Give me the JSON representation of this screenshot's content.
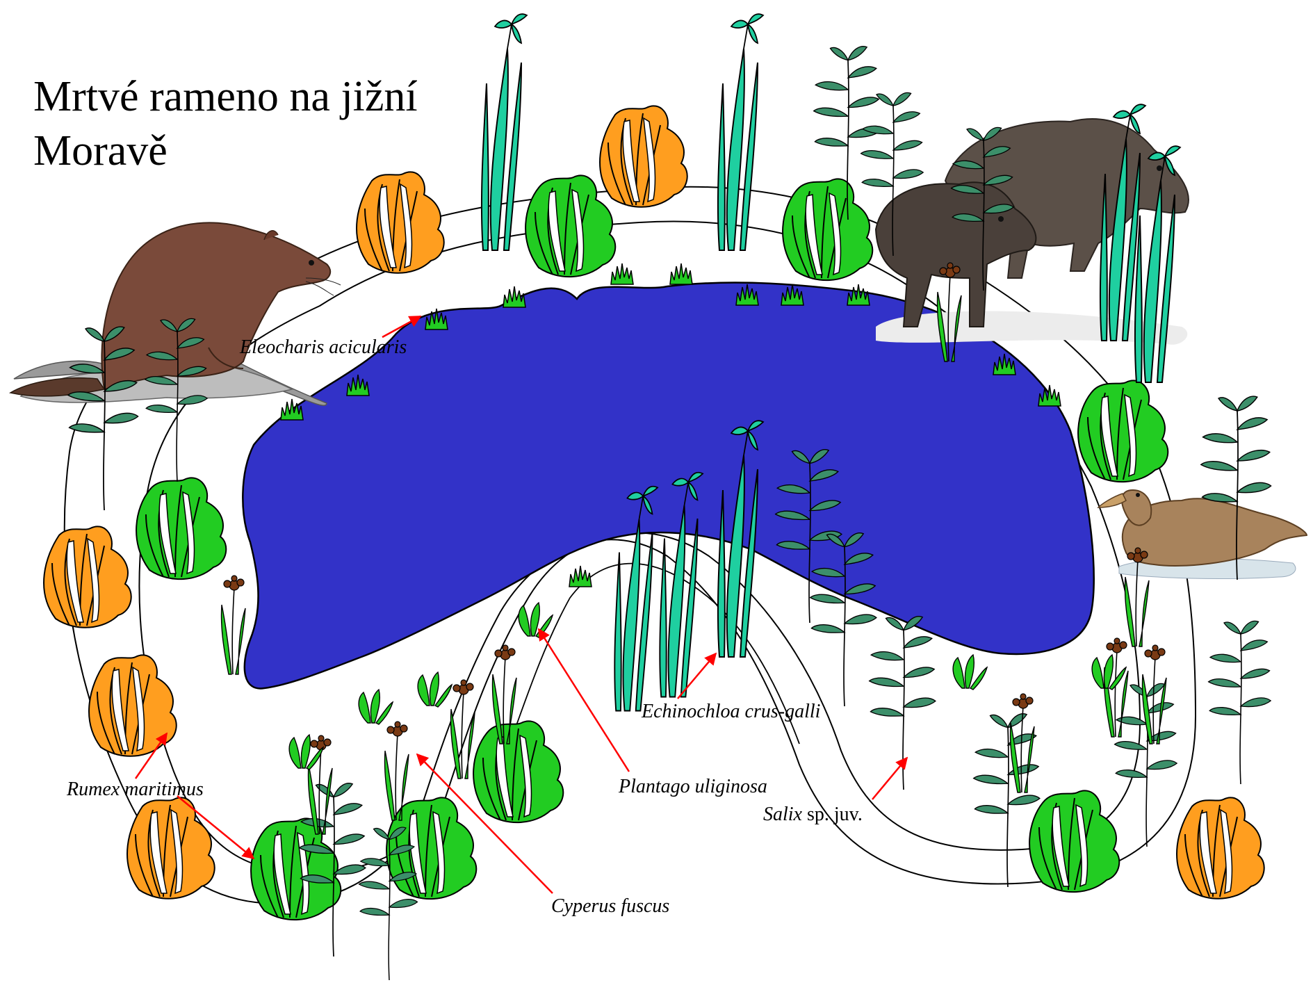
{
  "title": {
    "line1": "Mrtvé rameno na jižní",
    "line2": "Moravě"
  },
  "labels": {
    "eleocharis": "Eleocharis acicularis",
    "echinochloa": "Echinochloa crus-galli",
    "plantago": "Plantago uliginosa",
    "salix_genus": "Salix",
    "salix_rest": " sp. juv.",
    "rumex": "Rumex maritimus",
    "cyperus": "Cyperus fuscus"
  },
  "colors": {
    "water": "#3232c8",
    "rumex_orange": "#ff9e1f",
    "plantago_green": "#22cc22",
    "echinochloa_teal": "#1fcfa0",
    "salix_leaf": "#3c8f6a",
    "arrow": "#ff0000",
    "outline": "#000000"
  },
  "animals": [
    "beaver-illustration",
    "wild-boar-illustration",
    "duck-illustration"
  ]
}
